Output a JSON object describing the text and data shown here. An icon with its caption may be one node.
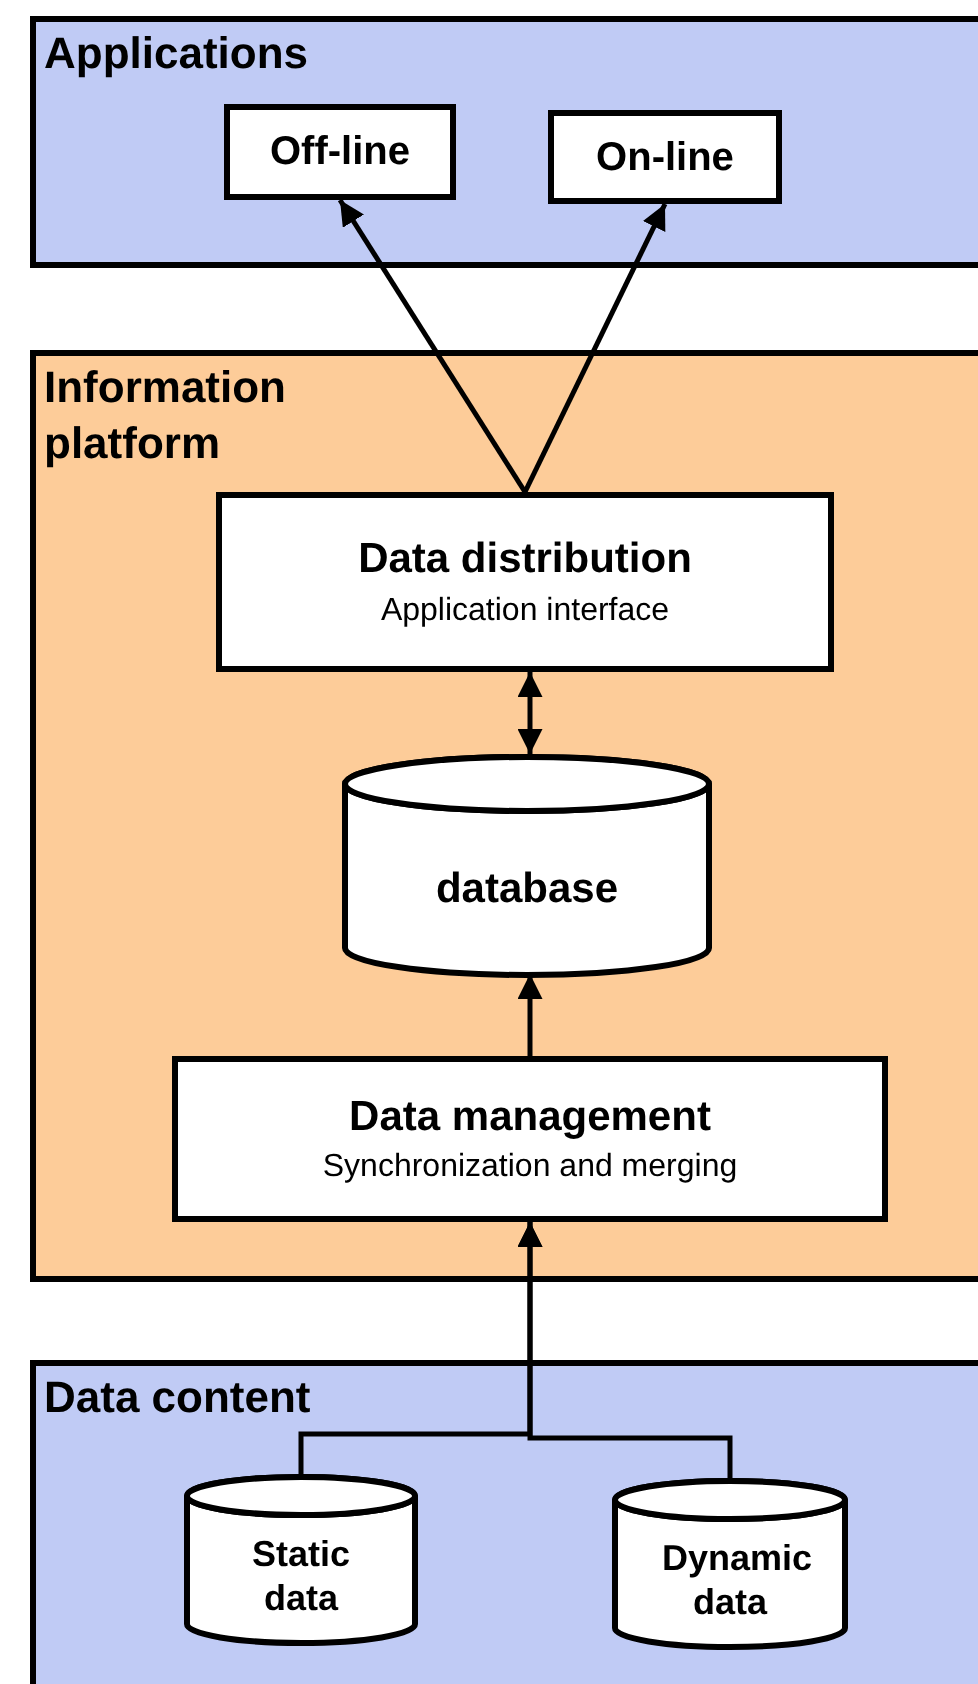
{
  "diagram": {
    "nodes": [
      {
        "text": [
          "Applications"
        ]
      },
      {
        "text": [
          "Off-line"
        ],
        "in": 0
      },
      {
        "text": [
          "On-line"
        ],
        "in": 0
      },
      {
        "text": [
          "Information platform"
        ]
      },
      {
        "text": [
          "Data distribution",
          "Application interface"
        ],
        "in": 3
      },
      {
        "text": [
          "database"
        ],
        "in": 3
      },
      {
        "text": [
          "Data management",
          "Synchronization and merging"
        ],
        "in": 3
      },
      {
        "text": [
          "Data content"
        ]
      },
      {
        "text": [
          "Static data"
        ],
        "in": 7
      },
      {
        "text": [
          "Dynamic data"
        ],
        "in": 7
      }
    ],
    "edges": [
      {
        "from": 4,
        "to": 1,
        "arrow": "to"
      },
      {
        "from": 4,
        "to": 2,
        "arrow": "to"
      },
      {
        "from": 4,
        "to": 5,
        "arrow": "both"
      },
      {
        "from": 6,
        "to": 5,
        "arrow": "to"
      },
      {
        "from": 8,
        "to": 6,
        "arrow": "to"
      },
      {
        "from": 9,
        "to": 6,
        "arrow": "to"
      }
    ]
  }
}
